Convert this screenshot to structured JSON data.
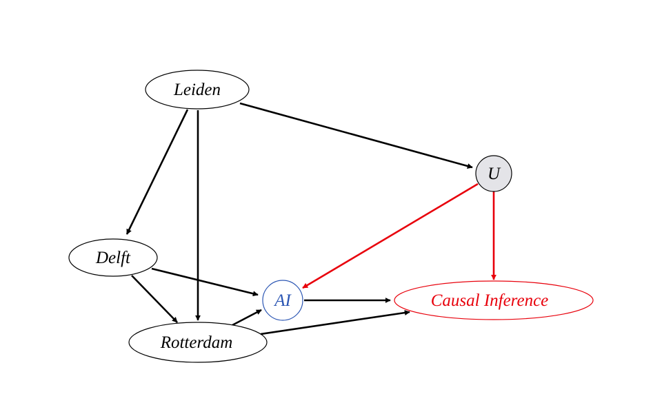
{
  "nodes": {
    "leiden": {
      "label": "Leiden"
    },
    "u": {
      "label": "U"
    },
    "delft": {
      "label": "Delft"
    },
    "ai": {
      "label": "AI"
    },
    "causal_inference": {
      "label": "Causal Inference"
    },
    "rotterdam": {
      "label": "Rotterdam"
    }
  },
  "edges": [
    {
      "from": "Leiden",
      "to": "Delft"
    },
    {
      "from": "Leiden",
      "to": "Rotterdam"
    },
    {
      "from": "Leiden",
      "to": "U"
    },
    {
      "from": "U",
      "to": "AI"
    },
    {
      "from": "U",
      "to": "Causal Inference"
    },
    {
      "from": "Delft",
      "to": "AI"
    },
    {
      "from": "Delft",
      "to": "Rotterdam"
    },
    {
      "from": "Rotterdam",
      "to": "AI"
    },
    {
      "from": "Rotterdam",
      "to": "Causal Inference"
    },
    {
      "from": "AI",
      "to": "Causal Inference"
    }
  ],
  "colors": {
    "default": "#000000",
    "highlight_edge": "#e8000b",
    "ai_node": "#2a55b3",
    "causal_inference_node": "#e8000b",
    "u_node_fill": "#e4e4e8"
  }
}
